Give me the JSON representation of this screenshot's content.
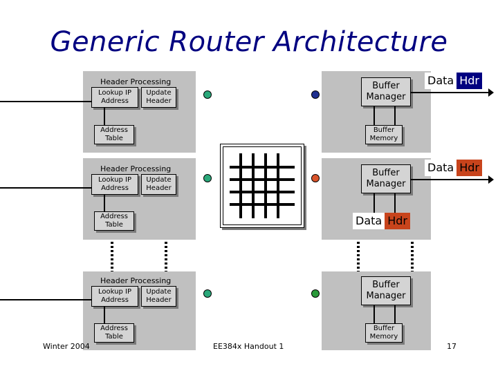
{
  "title": "Generic Router Architecture",
  "linecards": [
    {
      "header_processing": "Header Processing",
      "lookup": "Lookup IP Address",
      "update": "Update Header",
      "address_table": "Address Table",
      "buffer_manager": "Buffer Manager",
      "buffer_memory": "Buffer Memory",
      "in_dot_color": "#2aa87a",
      "out_dot_color": "#1f2f8f"
    },
    {
      "header_processing": "Header Processing",
      "lookup": "Lookup IP Address",
      "update": "Update Header",
      "address_table": "Address Table",
      "buffer_manager": "Buffer Manager",
      "in_dot_color": "#2aa87a",
      "out_dot_color": "#d9542b"
    },
    {
      "header_processing": "Header Processing",
      "lookup": "Lookup IP Address",
      "update": "Update Header",
      "address_table": "Address Table",
      "buffer_manager": "Buffer Manager",
      "buffer_memory": "Buffer Memory",
      "in_dot_color": "#2aa87a",
      "out_dot_color": "#2a9a3a"
    }
  ],
  "packets": [
    {
      "data": "Data",
      "hdr": "Hdr",
      "hdr_color": "#000080"
    },
    {
      "data": "Data",
      "hdr": "Hdr",
      "hdr_color": "#c8441c"
    },
    {
      "data": "Data",
      "hdr": "Hdr",
      "hdr_color": "#c8441c"
    }
  ],
  "footer": {
    "left": "Winter 2004",
    "center": "EE384x Handout 1",
    "right": "17"
  }
}
